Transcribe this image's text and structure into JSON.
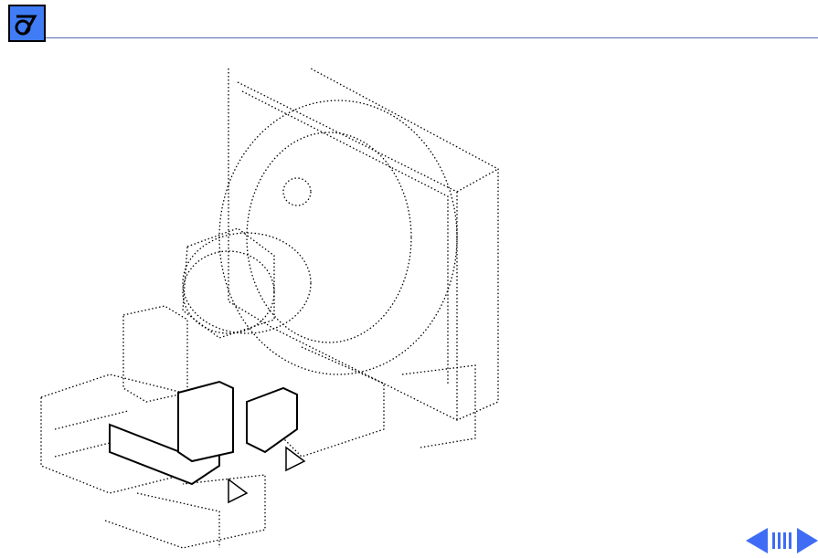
{
  "header": {
    "logo_icon": "apple-service-logo-icon",
    "rule_color": "#5a6ab8"
  },
  "illustration": {
    "subject": "exploded-view-monitor-chassis",
    "highlighted_parts": 2,
    "callout_arrows": 2
  },
  "navigation": {
    "prev_icon": "arrow-left-icon",
    "index_icon": "index-bars-icon",
    "next_icon": "arrow-right-icon",
    "accent_color": "#3f6cf4"
  }
}
